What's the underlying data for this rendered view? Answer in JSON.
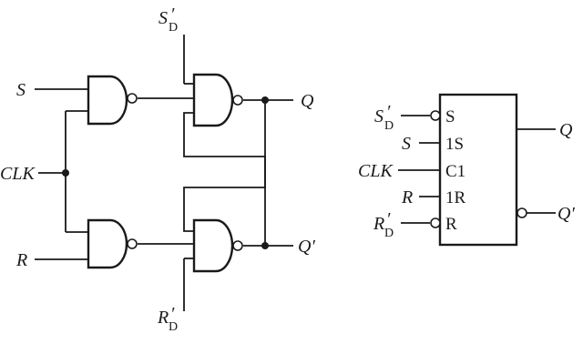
{
  "circuit": {
    "labels": {
      "s": "S",
      "r": "R",
      "clk": "CLK",
      "q": "Q",
      "q_prime": "Q′",
      "sd_base": "S",
      "sd_prime": "′",
      "sd_sub": "D",
      "rd_base": "R",
      "rd_prime": "′",
      "rd_sub": "D"
    }
  },
  "symbol": {
    "labels": {
      "sd_base": "S",
      "sd_prime": "′",
      "sd_sub": "D",
      "s": "S",
      "clk": "CLK",
      "r": "R",
      "rd_base": "R",
      "rd_prime": "′",
      "rd_sub": "D",
      "q": "Q",
      "q_prime": "Q′"
    },
    "pins": {
      "set": "S",
      "s1": "1S",
      "c1": "C1",
      "r1": "1R",
      "reset": "R"
    }
  }
}
